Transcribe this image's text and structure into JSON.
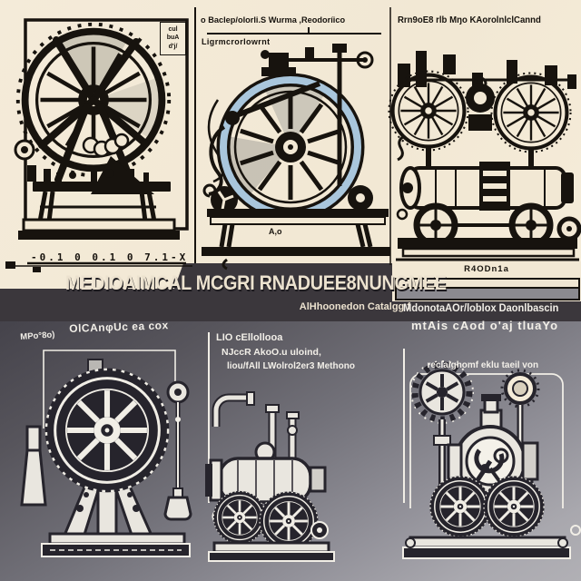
{
  "top": {
    "panel1": {
      "corner_lines": [
        "cul",
        "buA",
        "d'j/"
      ],
      "ruler_text": "-0.1 0 0.1 0 7.1-X"
    },
    "panel2": {
      "header1": "o Baclep/olorli.S Wurma ,Reodoríico",
      "header2": "Ligrmcrorlowrnt",
      "base_label": "A,o"
    },
    "panel3": {
      "header": "Rrn9oE8 rlb Mŋo KAorolnlclCannd",
      "base_label": "R4ODn1a"
    }
  },
  "band": {
    "title": "MEDIOAIMCAL MCGRI RNADUEE8NUNGMEE",
    "subtitle": "AlHhoonedon Catalgg f",
    "right1": "MdonotaAOr/loblox Daonlbascin",
    "right2": "mtAis cAod o'aj tluaYo"
  },
  "bottom": {
    "m1": {
      "label_left": "MPo°8o)",
      "label_top": "OlCAnφUc ea cox"
    },
    "m2": {
      "lines": [
        "LIO cEllollooa",
        "NJccR AkoO.u uloind,",
        "liou/fAll LWolrol2er3 Methono"
      ]
    },
    "m3": {
      "label": "reclaighomf eklu taeil von"
    }
  },
  "colors": {
    "paper": "#f2e8d4",
    "ink": "#17130e",
    "accent_blue": "#a9c6dc",
    "band_charcoal": "#3b373c",
    "gray_dark": "#45434b",
    "gray_light": "#b1b0b5",
    "line_white": "#f1eee6",
    "line_dark": "#26242c"
  }
}
